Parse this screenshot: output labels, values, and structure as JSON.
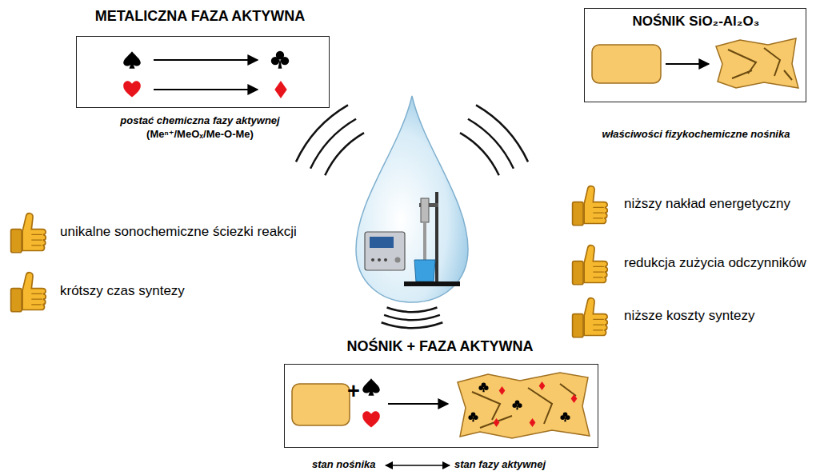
{
  "diagram": {
    "nodes": [
      {
        "text": [
          "METALICZNA FAZA AKTYWNA",
          "postać chemiczna fazy aktywnej",
          "(Meⁿ⁺/MeOₓ/Me-O-Me)"
        ]
      },
      {
        "text": [
          "NOŚNIK SiO₂-Al₂O₃",
          "właściwości fizykochemiczne nośnika"
        ]
      },
      {
        "text": [
          "NOŚNIK + FAZA AKTYWNA",
          "+",
          "stan nośnika",
          "stan fazy aktywnej"
        ]
      }
    ],
    "labels": [
      "unikalne sonochemiczne ściezki reakcji",
      "krótszy czas syntezy",
      "niższy nakład energetyczny",
      "redukcja zużycia odczynników",
      "niższe koszty syntezy"
    ]
  }
}
